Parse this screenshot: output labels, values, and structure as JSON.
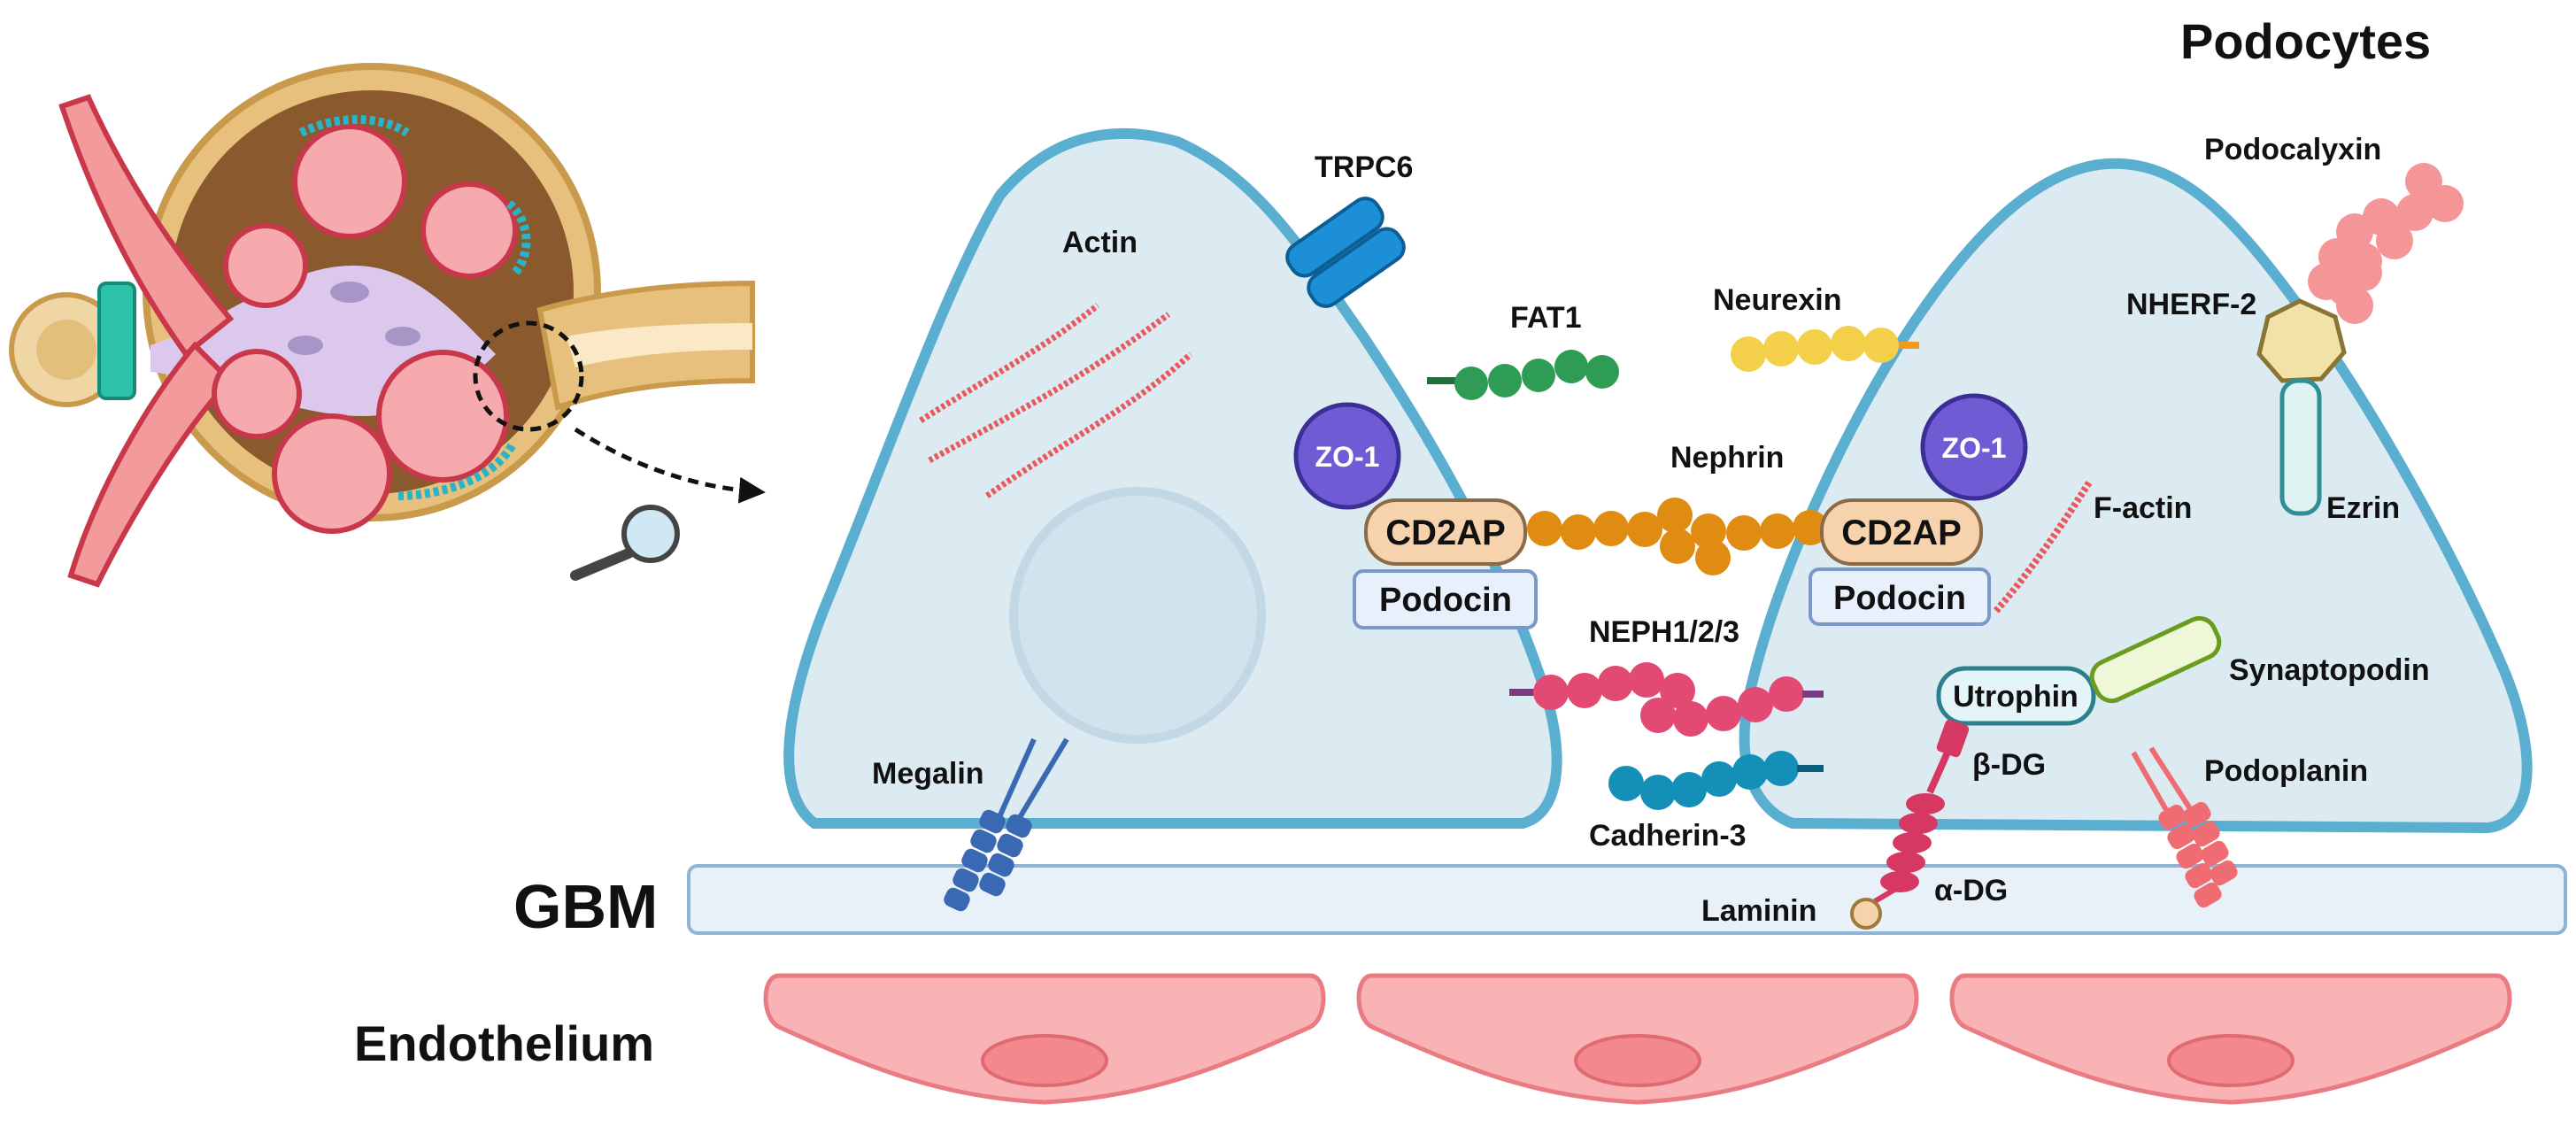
{
  "title": "Podocytes",
  "regions": {
    "gbm": "GBM",
    "endothelium": "Endothelium"
  },
  "labels": {
    "actin": "Actin",
    "trpc6": "TRPC6",
    "fat1": "FAT1",
    "neurexin": "Neurexin",
    "zo1_left": "ZO-1",
    "zo1_right": "ZO-1",
    "nephrin": "Nephrin",
    "cd2ap_left": "CD2AP",
    "cd2ap_right": "CD2AP",
    "podocin_left": "Podocin",
    "podocin_right": "Podocin",
    "f_actin": "F-actin",
    "neph": "NEPH1/2/3",
    "utrophin": "Utrophin",
    "synaptopodin": "Synaptopodin",
    "megalin": "Megalin",
    "beta_dg": "β-DG",
    "podoplanin": "Podoplanin",
    "cadherin3": "Cadherin-3",
    "alpha_dg": "α-DG",
    "laminin": "Laminin",
    "podocalyxin": "Podocalyxin",
    "nherf2": "NHERF-2",
    "ezrin": "Ezrin"
  },
  "colors": {
    "cell_fill": "#dcebf2",
    "cell_stroke": "#5aaed0",
    "gbm_fill": "#e8f1f8",
    "gbm_stroke": "#8fb3d4",
    "endo_fill": "#f9b3b5",
    "endo_stroke": "#e97b82",
    "zo1": "#6f5bd3",
    "cd2ap": "#f6d3ac",
    "nephrin": "#e08c12",
    "neph": "#e24a73",
    "cadherin": "#138fb8",
    "fat1": "#2f9c55",
    "neurexin": "#f3cf4a",
    "podocalyxin": "#f49598",
    "trpc6": "#1c8fd6",
    "megalin": "#3a69b4",
    "dg": "#d63863",
    "podoplanin": "#ef6c72"
  },
  "icons": [
    "glomerulus-illustration",
    "magnifier-icon",
    "dashed-arrow"
  ]
}
